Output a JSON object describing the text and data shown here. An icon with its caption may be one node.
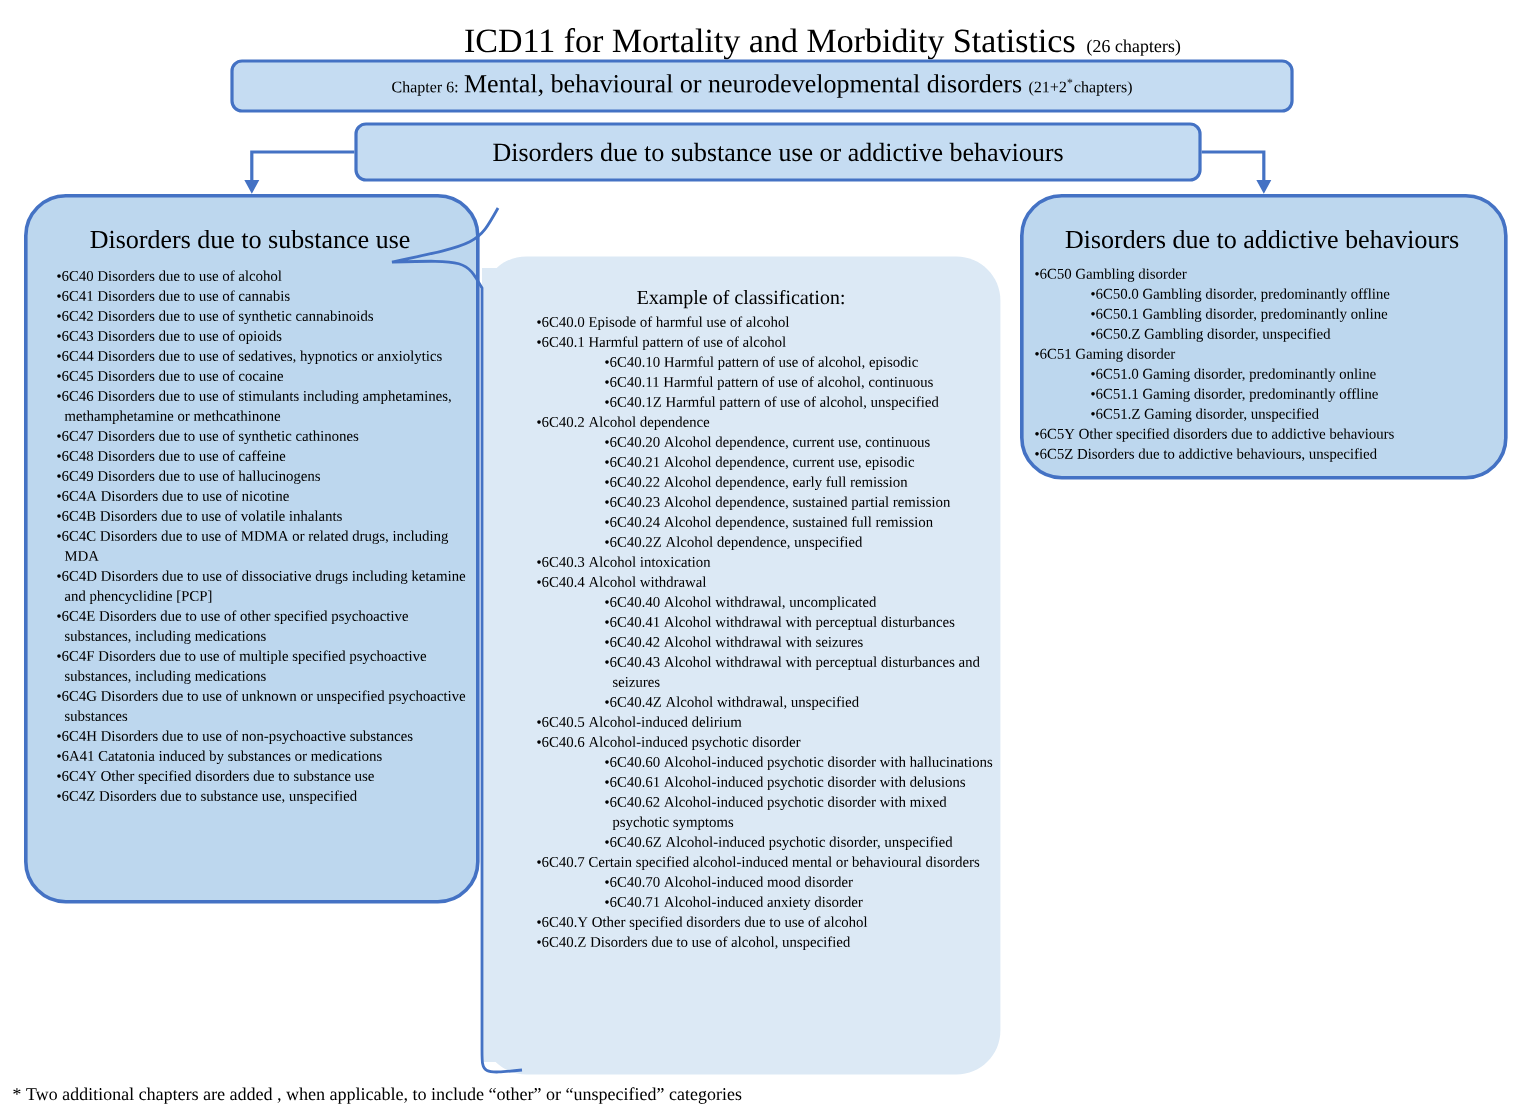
{
  "diagram": {
    "title": "ICD11 for Mortality and Morbidity Statistics",
    "caption": "* Two additional chapters are added , when applicable, to include “other” or “unspecified” categories",
    "labels": [
      "(26 chapters)"
    ],
    "nodes": [
      {
        "text": [
          "Chapter 6:",
          "Mental, behavioural or neurodevelopmental disorders",
          "(21+2$^{*}$chapters)"
        ]
      },
      {
        "text": [
          "Disorders due to substance use or addictive behaviours"
        ]
      },
      {
        "text": [
          "Disorders due to substance use",
          "•6C40 Disorders due to use of alcohol",
          "•6C41 Disorders due to use of cannabis",
          "•6C42 Disorders due to use of synthetic cannabinoids",
          "•6C43 Disorders due to use of opioids",
          "•6C44 Disorders due to use of sedatives, hypnotics or anxiolytics",
          "•6C45 Disorders due to use of cocaine",
          "•6C46 Disorders due to use of stimulants including amphetamines, methamphetamine or methcathinone",
          "•6C47 Disorders due to use of synthetic cathinones",
          "•6C48 Disorders due to use of caffeine",
          "•6C49 Disorders due to use of hallucinogens",
          "•6C4A Disorders due to use of nicotine",
          "•6C4B Disorders due to use of volatile inhalants",
          "•6C4C Disorders due to use of MDMA or related drugs, including MDA",
          "•6C4D Disorders due to use of dissociative drugs including ketamine and phencyclidine [PCP]",
          "•6C4E Disorders due to use of other specified psychoactive substances, including medications",
          "•6C4F Disorders due to use of multiple specified psychoactive substances, including medications",
          "•6C4G Disorders due to use of unknown or unspecified psychoactive substances",
          "•6C4H Disorders due to use of non-psychoactive substances",
          "•6A41 Catatonia induced by substances or medications",
          "•6C4Y Other specified disorders due to substance use",
          "•6C4Z Disorders due to substance use, unspecified"
        ]
      },
      {
        "text": [
          "Example of classification:",
          "•6C40.0 Episode of harmful use of alcohol",
          "•6C40.1 Harmful pattern of use of alcohol",
          "•6C40.10 Harmful pattern of use of alcohol, episodic",
          "•6C40.11 Harmful pattern of use of alcohol, continuous",
          "•6C40.1Z Harmful pattern of use of alcohol, unspecified",
          "•6C40.2 Alcohol dependence",
          "•6C40.20 Alcohol dependence, current use, continuous",
          "•6C40.21 Alcohol dependence, current use, episodic",
          "•6C40.22 Alcohol dependence, early full remission",
          "•6C40.23 Alcohol dependence, sustained partial remission",
          "•6C40.24 Alcohol dependence, sustained full remission",
          "•6C40.2Z Alcohol dependence, unspecified",
          "•6C40.3 Alcohol intoxication",
          "•6C40.4 Alcohol withdrawal",
          "•6C40.40 Alcohol withdrawal, uncomplicated",
          "•6C40.41 Alcohol withdrawal with perceptual disturbances",
          "•6C40.42 Alcohol withdrawal with seizures",
          "•6C40.43 Alcohol withdrawal with perceptual disturbances and seizures",
          "•6C40.4Z Alcohol withdrawal, unspecified",
          "•6C40.5 Alcohol-induced delirium",
          "•6C40.6 Alcohol-induced psychotic disorder",
          "•6C40.60 Alcohol-induced psychotic disorder with hallucinations",
          "•6C40.61 Alcohol-induced psychotic disorder with delusions",
          "•6C40.62 Alcohol-induced psychotic disorder with mixed psychotic symptoms",
          "•6C40.6Z Alcohol-induced psychotic disorder, unspecified",
          "•6C40.7 Certain specified alcohol-induced mental or behavioural disorders",
          "•6C40.70 Alcohol-induced mood disorder",
          "•6C40.71 Alcohol-induced anxiety disorder",
          "•6C40.Y Other specified disorders due to use of alcohol",
          "•6C40.Z Disorders due to use of alcohol, unspecified"
        ]
      },
      {
        "text": [
          "Disorders due to addictive behaviours",
          "•6C50 Gambling disorder",
          "•6C50.0 Gambling disorder, predominantly offline",
          "•6C50.1 Gambling disorder, predominantly online",
          "•6C50.Z Gambling disorder, unspecified",
          "•6C51 Gaming disorder",
          "•6C51.0 Gaming disorder, predominantly online",
          "•6C51.1 Gaming disorder, predominantly offline",
          "•6C51.Z Gaming disorder, unspecified",
          "•6C5Y Other specified disorders due to addictive behaviours",
          "•6C5Z Disorders due to addictive behaviours, unspecified"
        ]
      }
    ],
    "edges": [
      {
        "from": 1,
        "to": 2,
        "arrow": "to"
      },
      {
        "from": 1,
        "to": 4,
        "arrow": "to"
      }
    ]
  }
}
